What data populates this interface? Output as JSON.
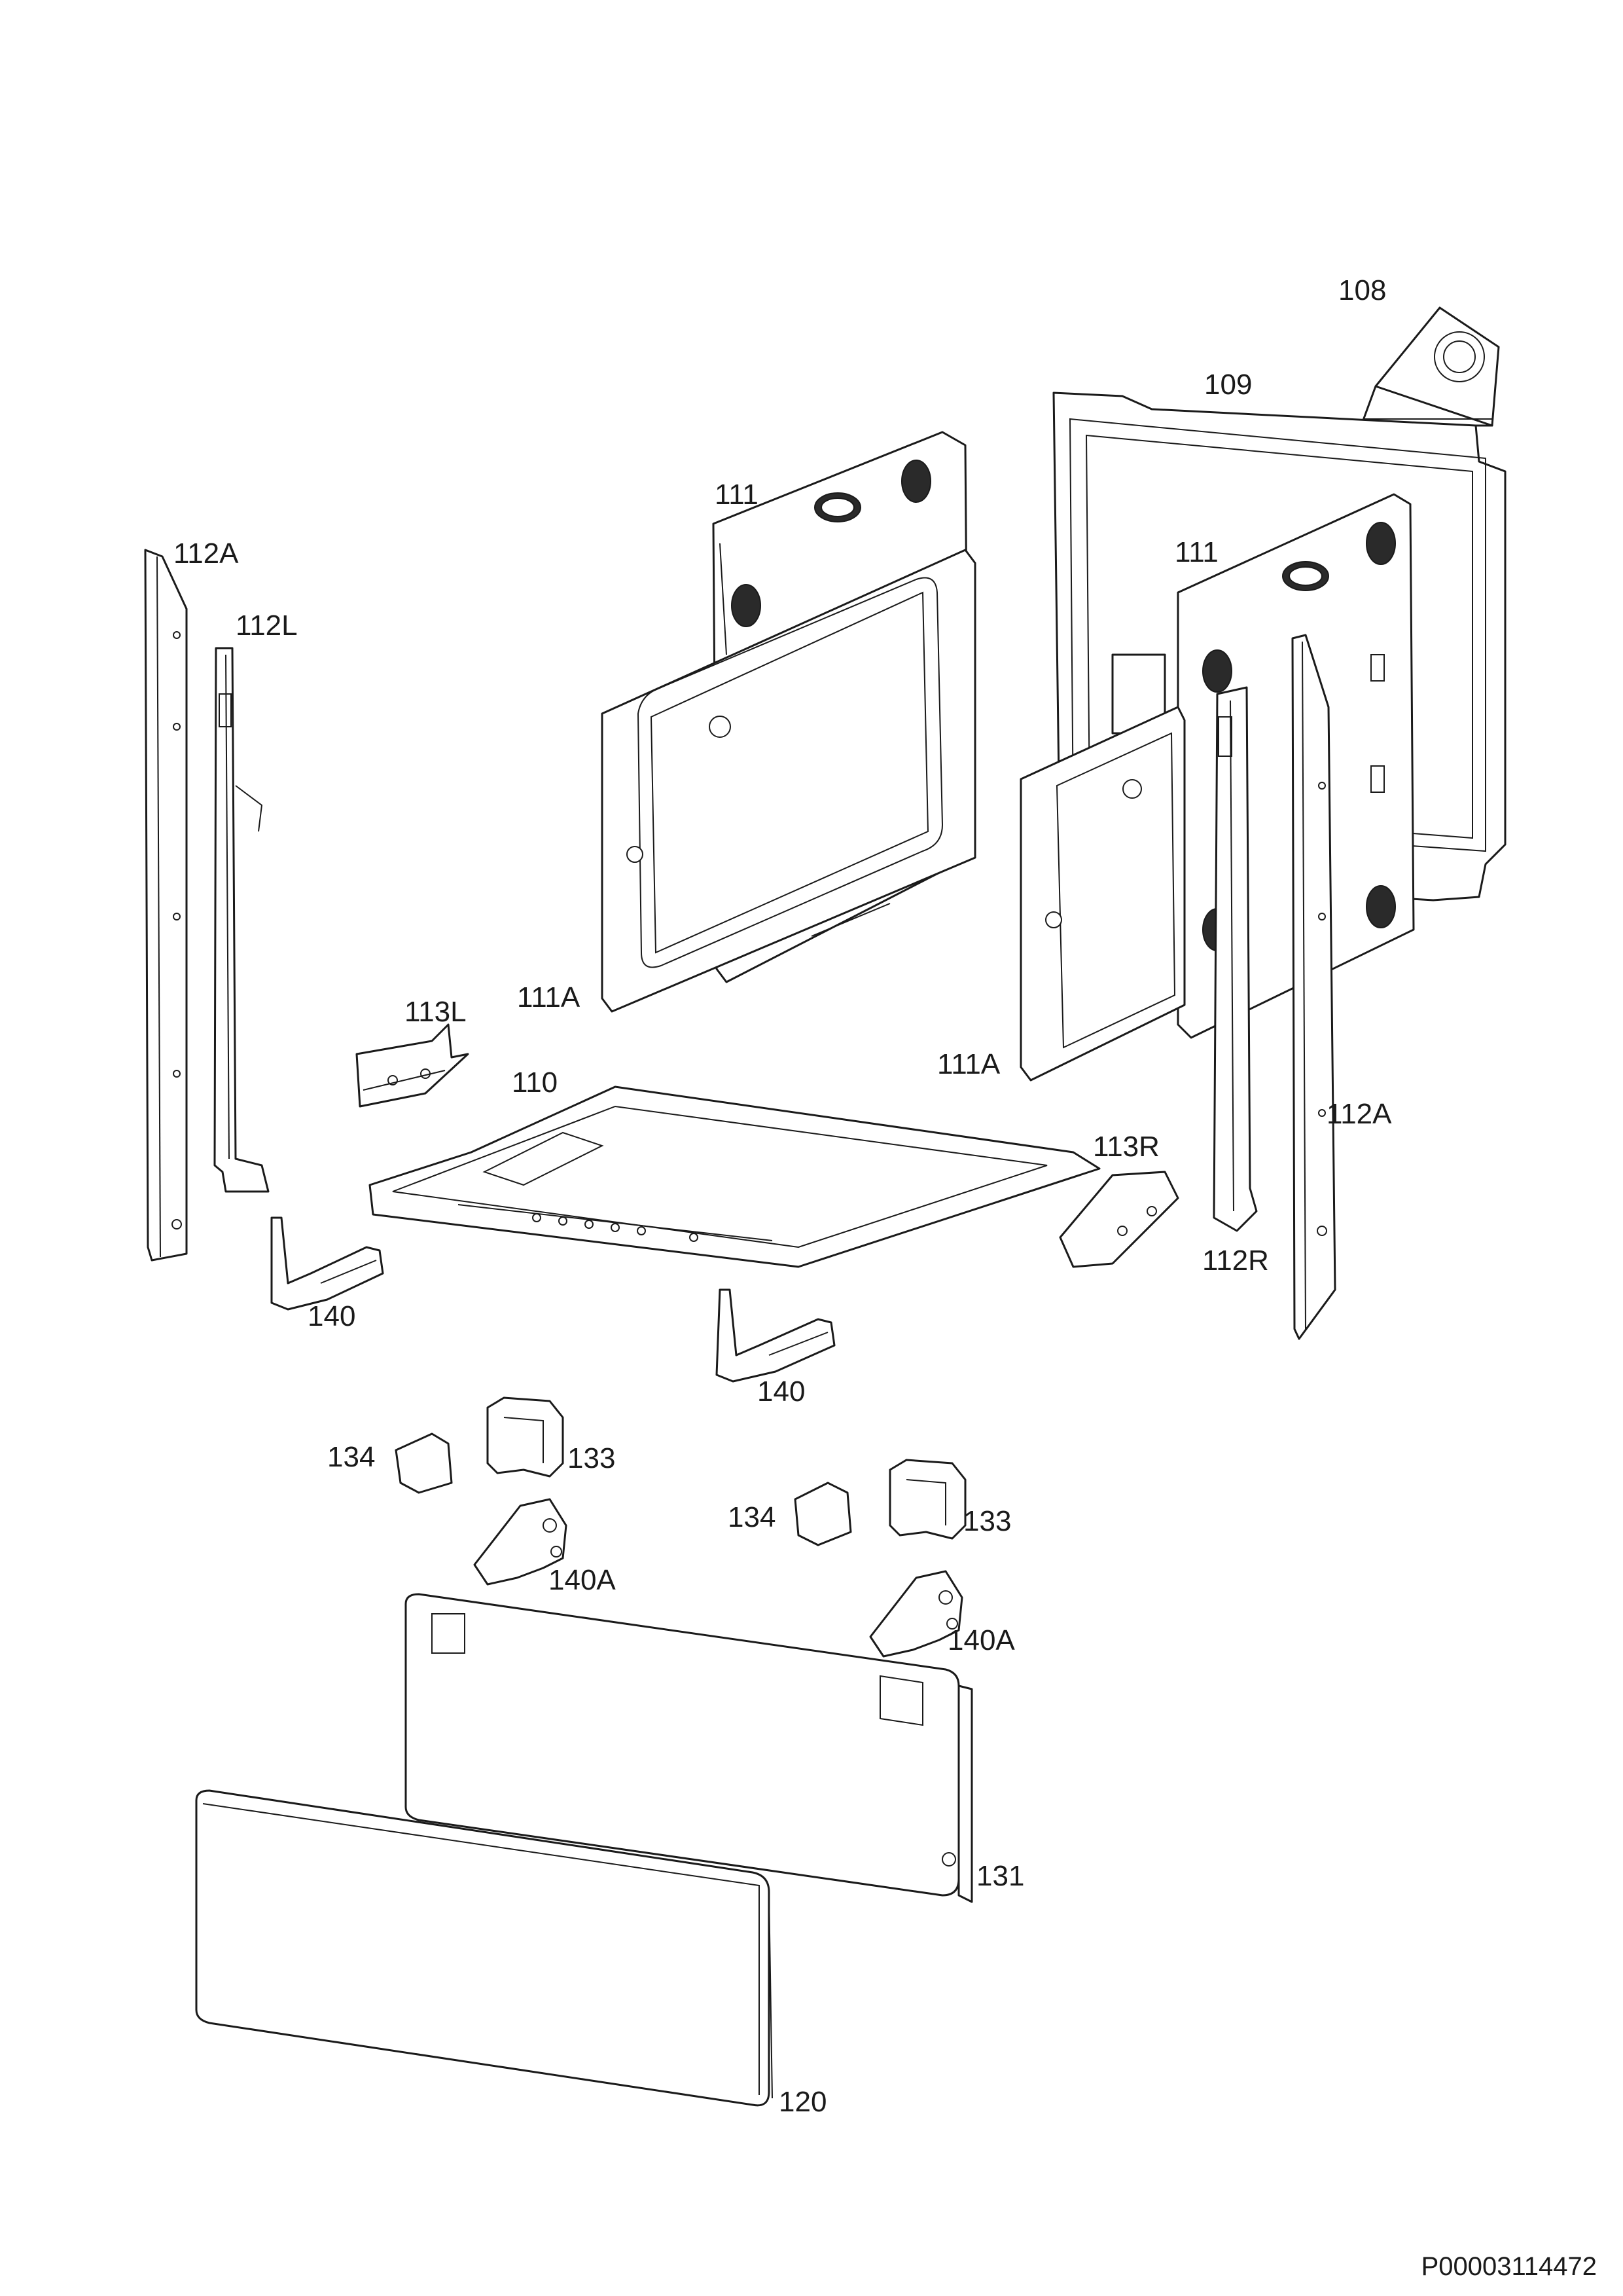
{
  "document_id": "P00003114472",
  "labels": {
    "p108": "108",
    "p109": "109",
    "p111_left": "111",
    "p111_right": "111",
    "p112A_left": "112A",
    "p112L": "112L",
    "p111A_left": "111A",
    "p111A_right": "111A",
    "p113L": "113L",
    "p110": "110",
    "p113R": "113R",
    "p112A_right": "112A",
    "p112R": "112R",
    "p140_left": "140",
    "p140_mid": "140",
    "p134_left": "134",
    "p133_left": "133",
    "p134_mid": "134",
    "p133_right": "133",
    "p140A_left": "140A",
    "p140A_right": "140A",
    "p131": "131",
    "p120": "120"
  }
}
